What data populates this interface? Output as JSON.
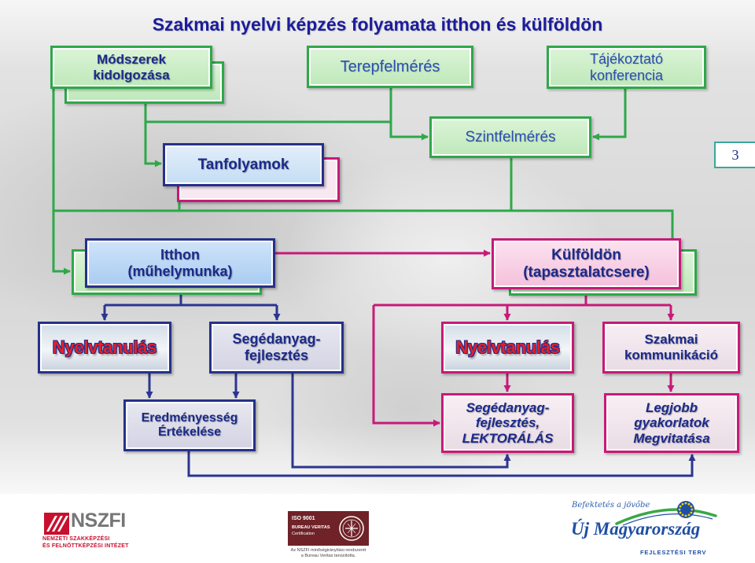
{
  "title": "Szakmai nyelvi képzés folyamata itthon és külföldön",
  "page_number": "3",
  "colors": {
    "title": "#1c1c9c",
    "text": "#1b2a8a",
    "green": "#2ea84a",
    "blue": "#26318a",
    "pink": "#c71a78"
  },
  "nodes": {
    "modszerek": {
      "lines": [
        "Módszerek",
        "kidolgozása"
      ]
    },
    "terepfelmeres": {
      "lines": [
        "Terepfelmérés"
      ]
    },
    "tajekoztato": {
      "lines": [
        "Tájékoztató",
        "konferencia"
      ]
    },
    "szintfelmeres": {
      "lines": [
        "Szintfelmérés"
      ]
    },
    "tanfolyamok": {
      "lines": [
        "Tanfolyamok"
      ]
    },
    "itthon": {
      "lines": [
        "Itthon",
        "(műhelymunka)"
      ]
    },
    "kulfoldon": {
      "lines": [
        "Külföldön",
        "(tapasztalatcsere)"
      ]
    },
    "nyelvtanulas_itthon": {
      "lines": [
        "Nyelvtanulás"
      ]
    },
    "segedanyag_itthon": {
      "lines": [
        "Segédanyag-",
        "fejlesztés"
      ]
    },
    "nyelvtanulas_kulfold": {
      "lines": [
        "Nyelvtanulás"
      ]
    },
    "szakmai_kommunikacio": {
      "lines": [
        "Szakmai",
        "kommunikáció"
      ]
    },
    "eredmenyesseg": {
      "lines": [
        "Eredményesség",
        "Értékelése"
      ]
    },
    "segedanyag_lektoralas": {
      "lines": [
        "Segédanyag-",
        "fejlesztés,",
        "LEKTORÁLÁS"
      ]
    },
    "legjobb_gyakorlatok": {
      "lines": [
        "Legjobb",
        "gyakorlatok",
        "Megvitatása"
      ]
    }
  },
  "logos": {
    "nszfi": {
      "acronym": "NSZFI",
      "line1": "NEMZETI SZAKKÉPZÉSI",
      "line2": "ÉS FELNŐTTKÉPZÉSI INTÉZET"
    },
    "bureau_veritas": {
      "iso": "ISO 9001",
      "name": "BUREAU VERITAS",
      "sub": "Certification",
      "caption1": "Az NSZFI minőségirányítási rendszerét",
      "caption2": "a Bureau Veritas tanúsította."
    },
    "umft": {
      "slogan": "Befektetés a jövőbe",
      "name": "Új Magyarország",
      "sub": "FEJLESZTÉSI TERV"
    }
  }
}
